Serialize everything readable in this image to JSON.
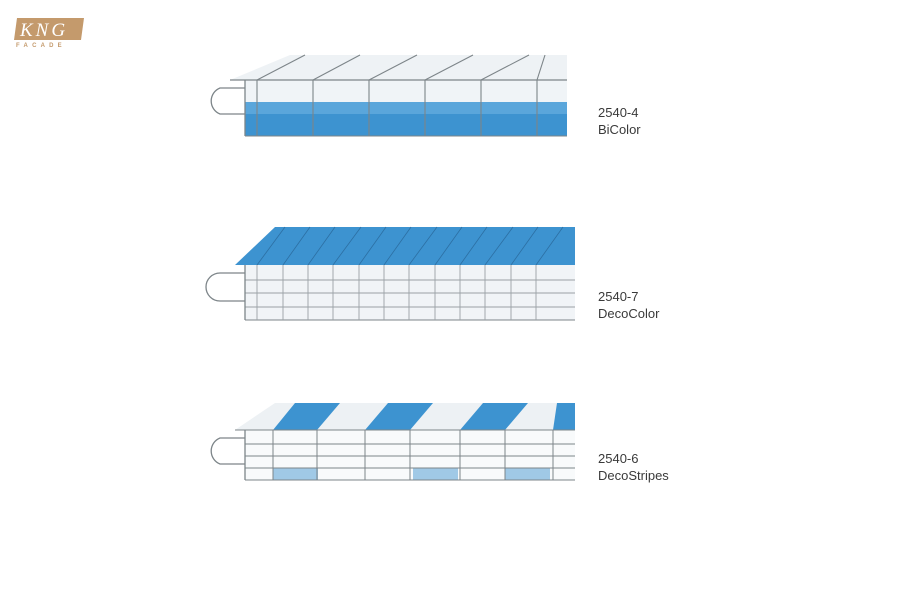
{
  "logo": {
    "brand": "KNG",
    "sub": "FACADE",
    "color": "#c49a6c"
  },
  "colors": {
    "blue": "#3d93d0",
    "blue_light": "#8fc2e8",
    "clear": "#e8eef2",
    "frame": "#7d8589"
  },
  "panels": [
    {
      "code": "2540-4",
      "name": "BiColor"
    },
    {
      "code": "2540-7",
      "name": "DecoColor"
    },
    {
      "code": "2540-6",
      "name": "DecoStripes"
    }
  ]
}
